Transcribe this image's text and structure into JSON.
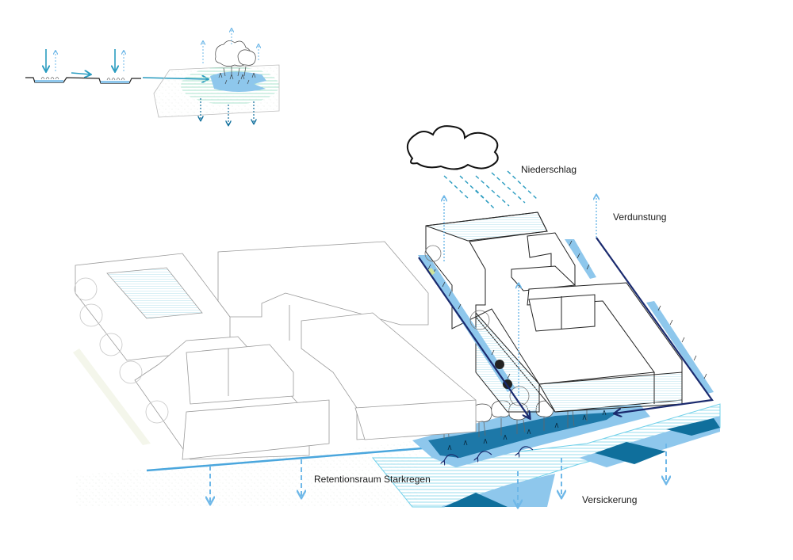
{
  "labels": {
    "precipitation": "Niederschlag",
    "evaporation": "Verdunstung",
    "retention": "Retentionsraum Starkregen",
    "infiltration": "Versickerung"
  },
  "colors": {
    "water_light": "#8ec7ec",
    "water_mid": "#4aa6dd",
    "water_dark": "#0f6f9c",
    "arrow_dark": "#1a2a6e",
    "arrow_teal": "#2a9cc0",
    "evap_dotted": "#6fb8e8",
    "building_line": "#222222",
    "building_line_light": "#9a9a9a",
    "hatch": "#6fd0ea"
  },
  "icons": [
    "cloud-icon",
    "rain-dashes",
    "evaporation-arrow-icon",
    "infiltration-arrow-icon",
    "runoff-arrow-icon",
    "tree-icon"
  ]
}
